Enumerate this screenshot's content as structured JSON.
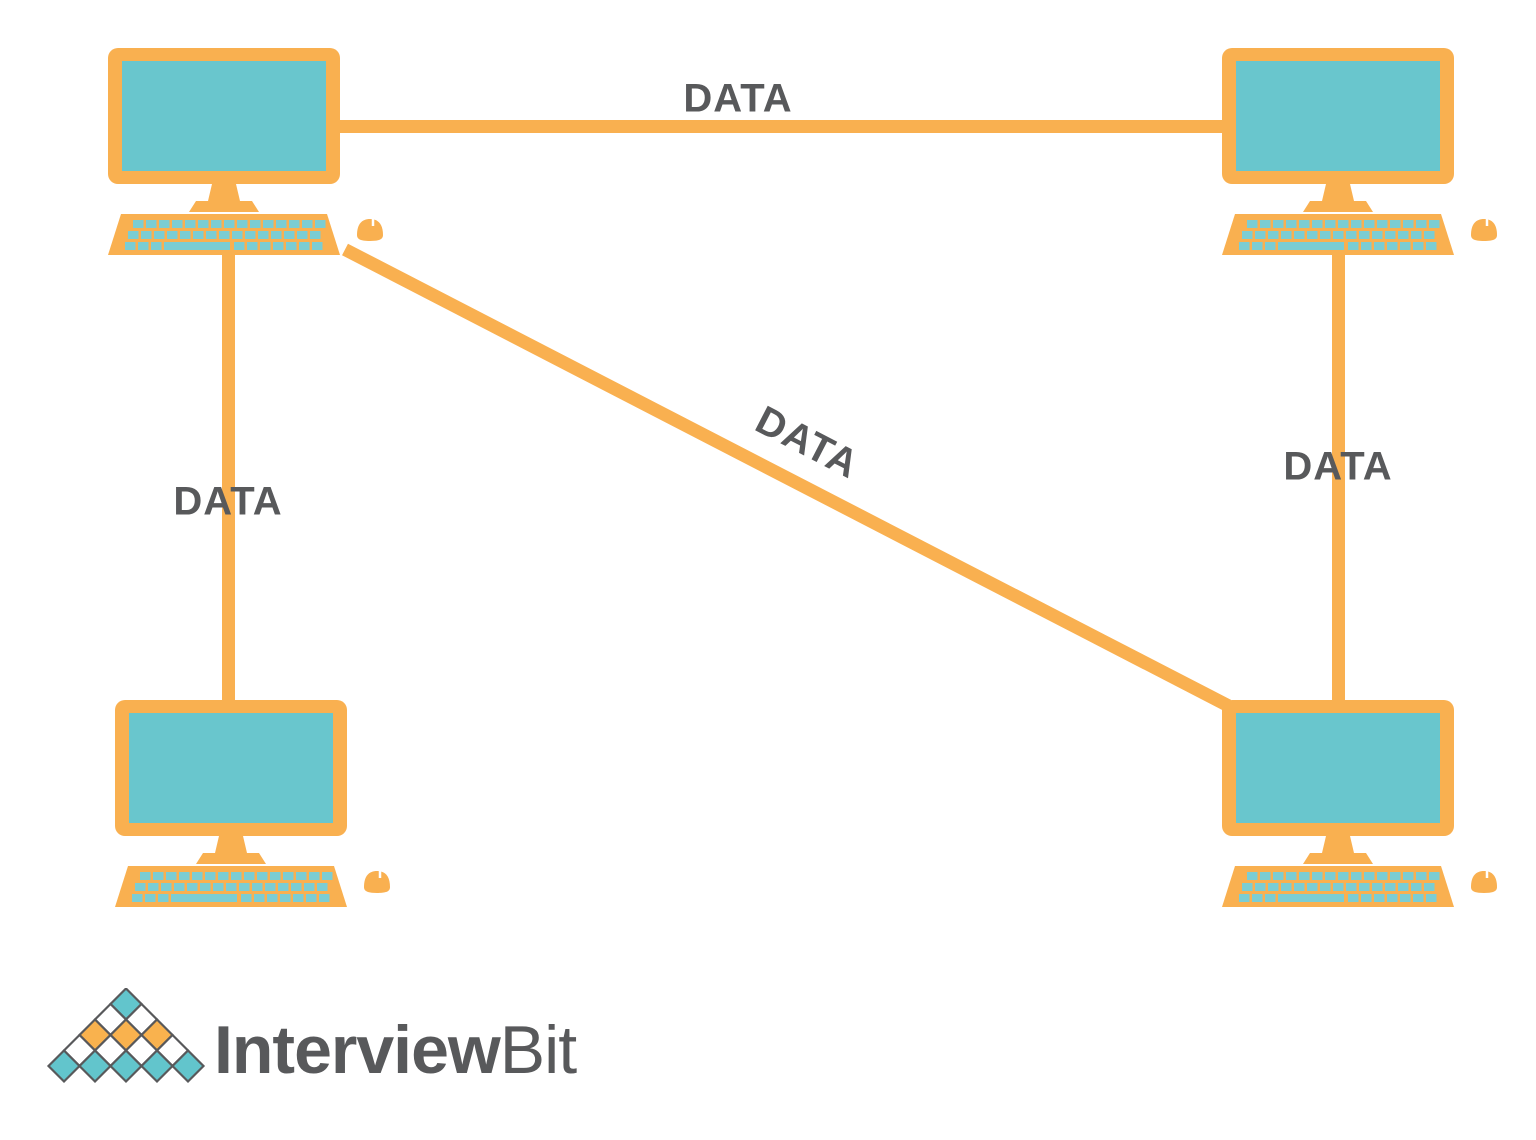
{
  "diagram": {
    "type": "mesh-network-topology",
    "nodes": [
      {
        "id": "computer-top-left",
        "type": "desktop-computer"
      },
      {
        "id": "computer-top-right",
        "type": "desktop-computer"
      },
      {
        "id": "computer-bottom-left",
        "type": "desktop-computer"
      },
      {
        "id": "computer-bottom-right",
        "type": "desktop-computer"
      }
    ],
    "links": [
      {
        "from": "computer-top-left",
        "to": "computer-top-right",
        "label": "DATA"
      },
      {
        "from": "computer-top-left",
        "to": "computer-bottom-left",
        "label": "DATA"
      },
      {
        "from": "computer-top-right",
        "to": "computer-bottom-right",
        "label": "DATA"
      },
      {
        "from": "computer-top-left",
        "to": "computer-bottom-right",
        "label": "DATA"
      }
    ]
  },
  "branding": {
    "logo_text_bold": "Interview",
    "logo_text_light": "Bit"
  },
  "colors": {
    "line_orange": "#F9B050",
    "screen_teal": "#69C6CD",
    "keys_teal": "#7BCDD3",
    "label_gray": "#58595B",
    "logo_diamond_teal": "#62C5CC",
    "logo_diamond_orange": "#F9B24E",
    "background": "#FFFFFF"
  }
}
